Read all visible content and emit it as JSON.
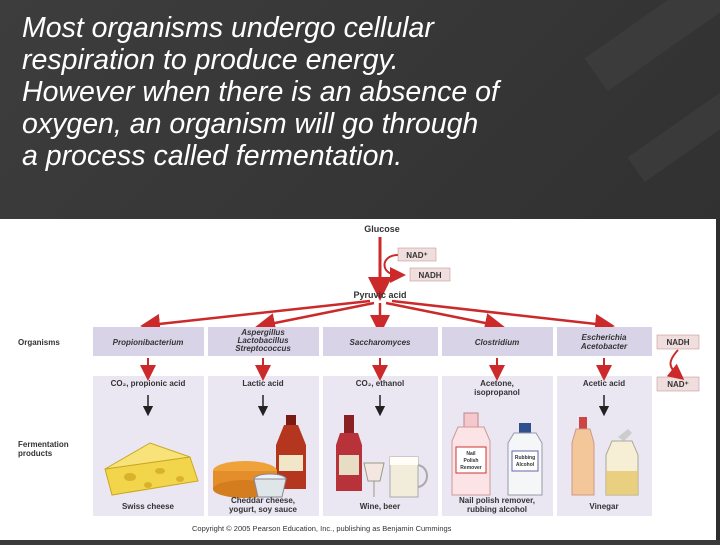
{
  "slide": {
    "heading_lines": [
      "Most organisms undergo cellular",
      "respiration to produce energy.",
      "However when there is an absence of",
      "oxygen, an organism will go through",
      "a process called fermentation."
    ]
  },
  "figure": {
    "glucose": "Glucose",
    "nad_plus": "NAD⁺",
    "nadh": "NADH",
    "pyruvic_acid": "Pyruvic acid",
    "organisms_label": "Organisms",
    "fermentation_products_label": [
      "Fermentation",
      "products"
    ],
    "organisms": [
      [
        "Propionibacterium"
      ],
      [
        "Aspergillus",
        "Lactobacillus",
        "Streptococcus"
      ],
      [
        "Saccharomyces"
      ],
      [
        "Clostridium"
      ],
      [
        "Escherichia",
        "Acetobacter"
      ]
    ],
    "products": [
      [
        "CO₂, propionic acid"
      ],
      [
        "Lactic acid"
      ],
      [
        "CO₂, ethanol"
      ],
      [
        "Acetone,",
        "isopropanol"
      ],
      [
        "Acetic acid"
      ]
    ],
    "foods": [
      [
        "Swiss cheese"
      ],
      [
        "Cheddar cheese,",
        "yogurt, soy sauce"
      ],
      [
        "Wine, beer"
      ],
      [
        "Nail polish remover,",
        "rubbing alcohol"
      ],
      [
        "Vinegar"
      ]
    ],
    "side_nadh": "NADH",
    "side_nad_plus": "NAD⁺",
    "bottle_label_polish": [
      "Nail",
      "Polish",
      "Remover"
    ],
    "bottle_label_alcohol": [
      "Rubbing",
      "Alcohol"
    ],
    "copyright": "Copyright © 2005 Pearson Education, Inc., publishing as Benjamin Cummings"
  },
  "colors": {
    "panel": "#d9d3e8",
    "panel_light": "#eae6f2",
    "arrow_red": "#cc2a2a",
    "nad_box": "#f0dede"
  }
}
